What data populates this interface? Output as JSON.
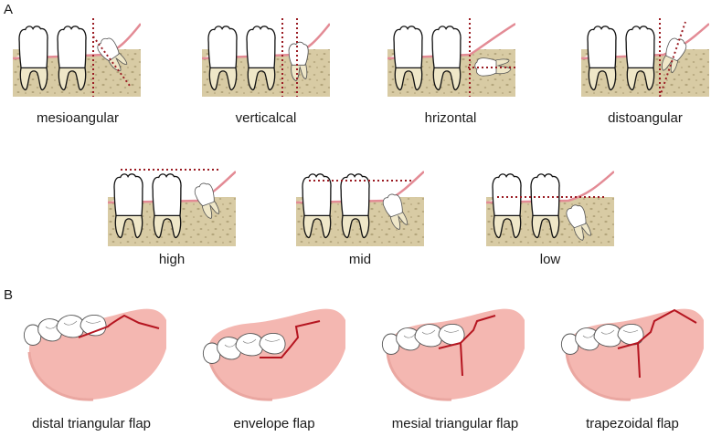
{
  "section_a": {
    "label": "A",
    "angulation": [
      "mesioangular",
      "verticalcal",
      "hrizontal",
      "distoangular"
    ],
    "depth": [
      "high",
      "mid",
      "low"
    ]
  },
  "section_b": {
    "label": "B",
    "flaps": [
      "distal triangular flap",
      "envelope flap",
      "mesial triangular flap",
      "trapezoidal flap"
    ]
  },
  "colors": {
    "bone": "#d8cba4",
    "gingiva": "#f4b7b1",
    "gum_line": "#e38b95",
    "tooth_enamel": "#ffffff",
    "root": "#efe7c8",
    "incision": "#b51520",
    "reference_line": "#9a1b22"
  }
}
